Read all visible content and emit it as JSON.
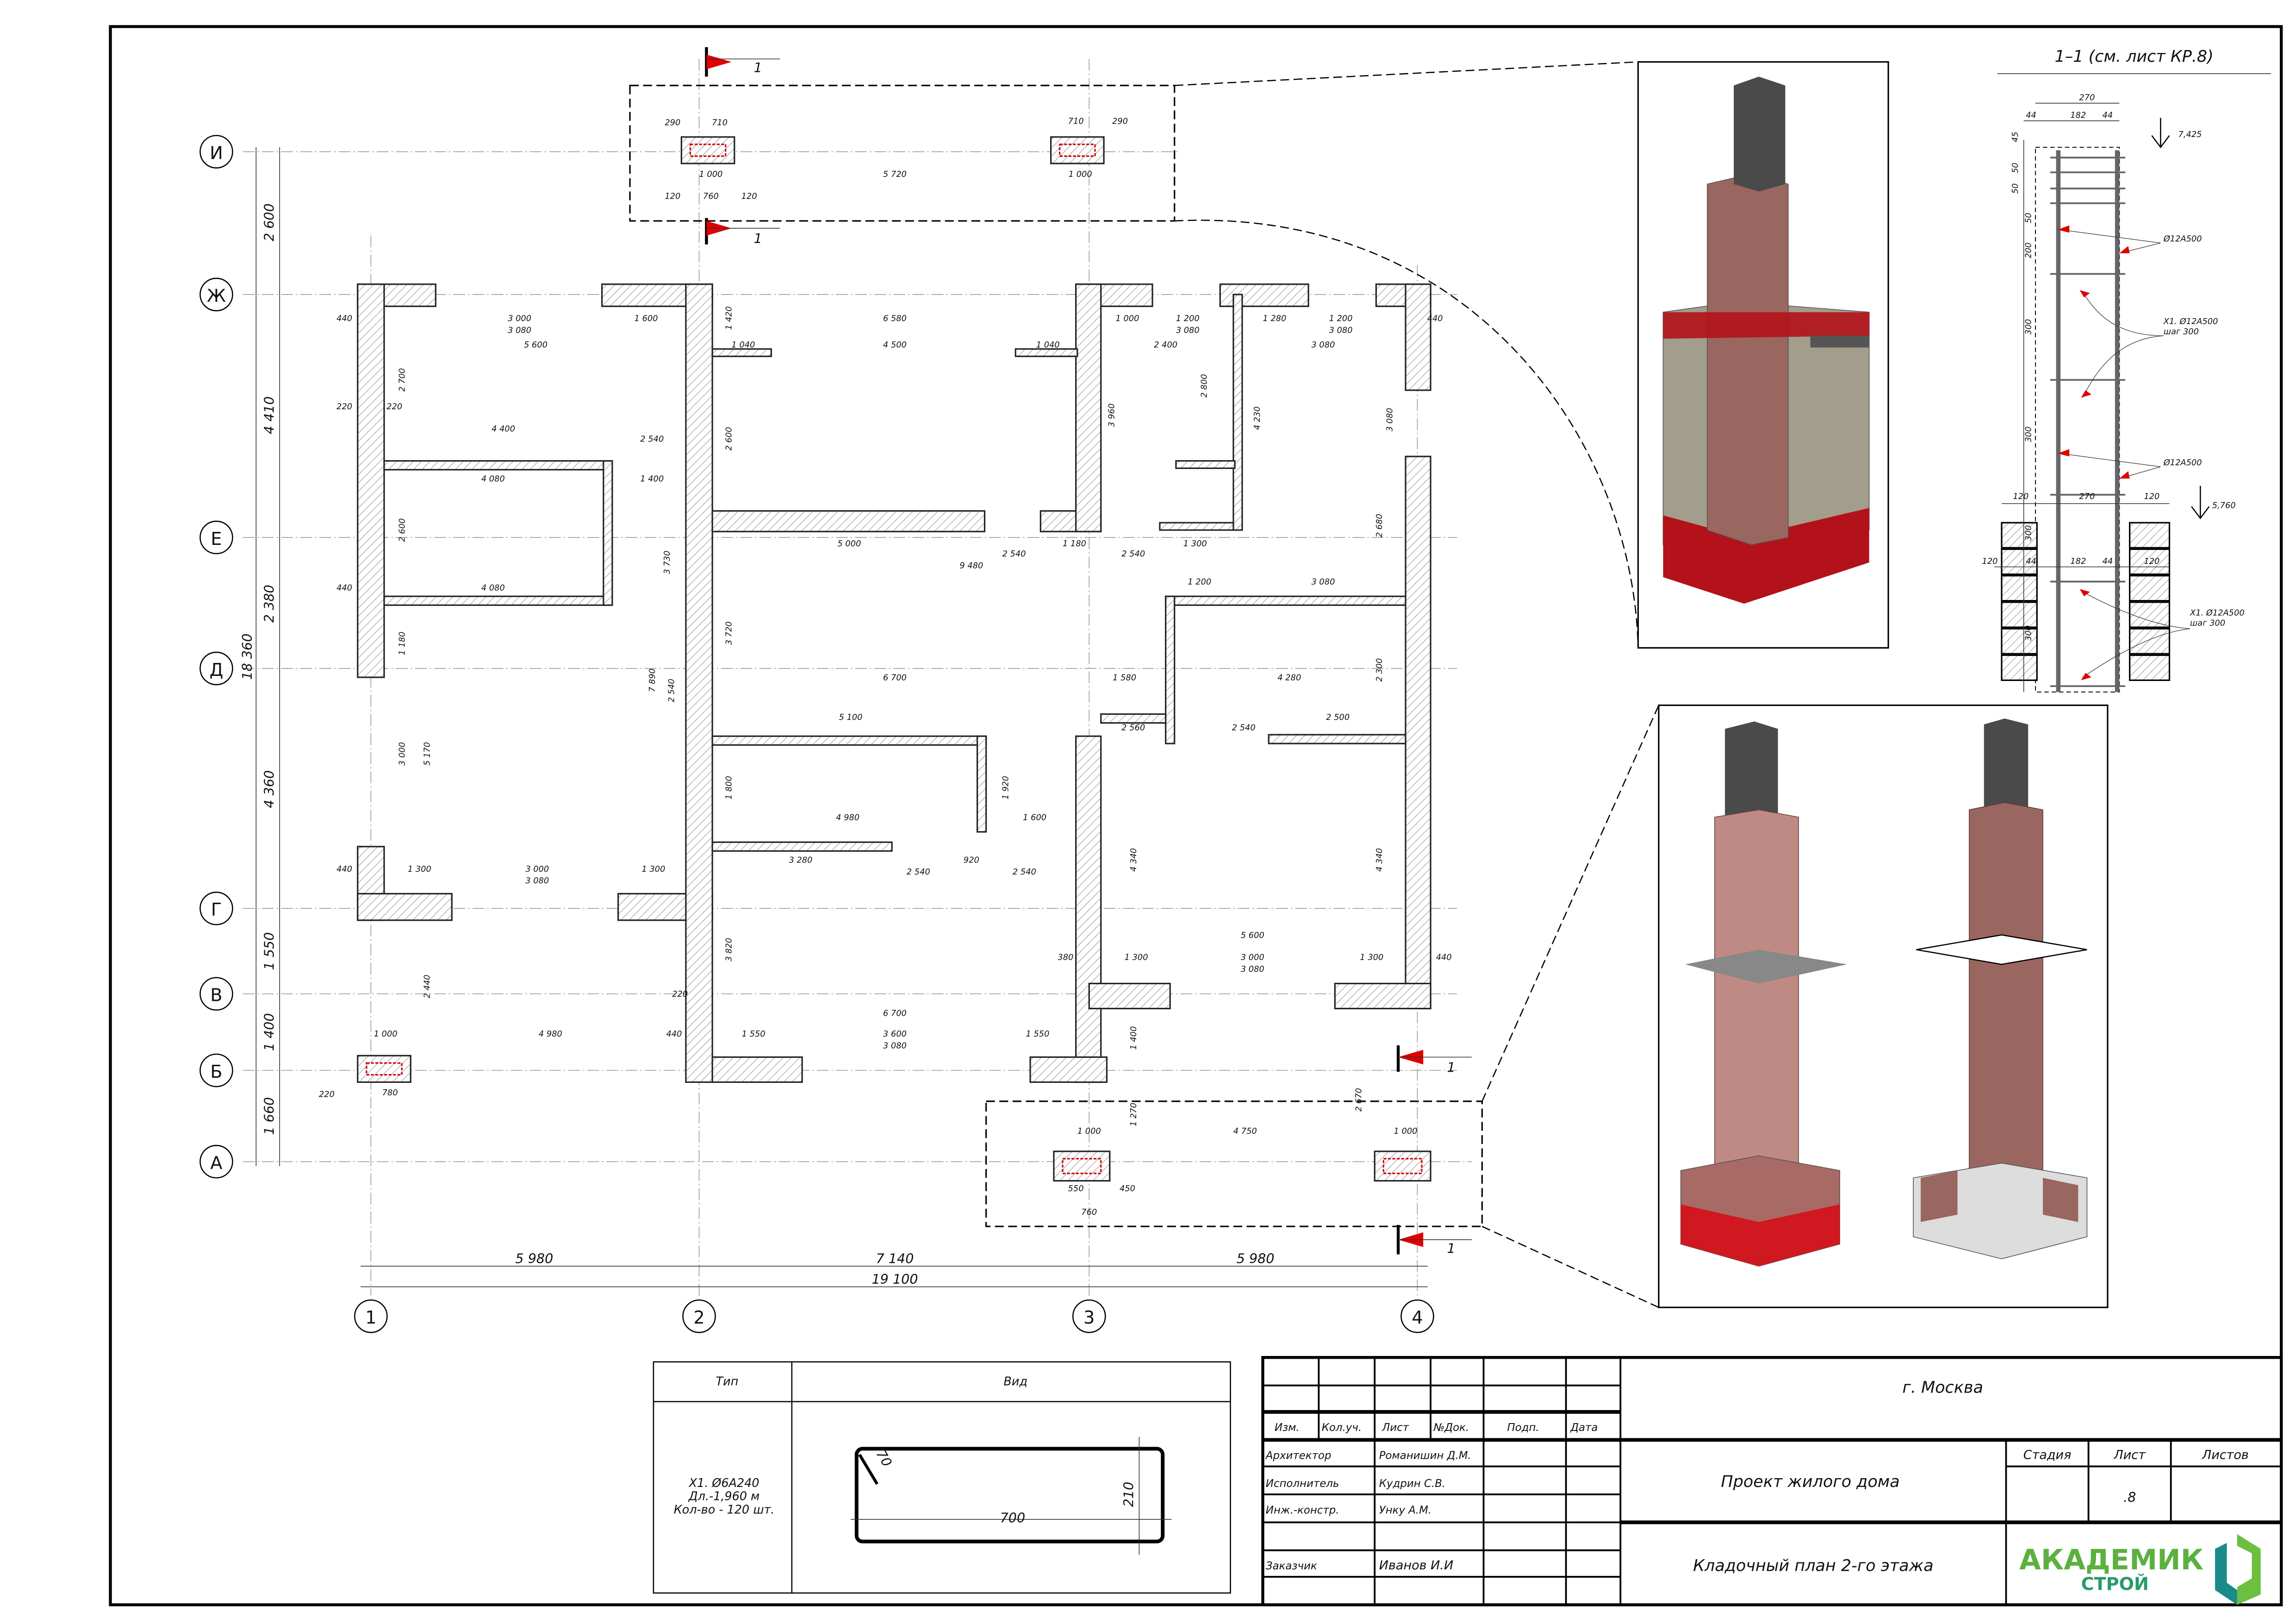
{
  "axes": {
    "rows": [
      "И",
      "Ж",
      "Е",
      "Д",
      "Г",
      "В",
      "Б",
      "А"
    ],
    "cols": [
      "1",
      "2",
      "3",
      "4"
    ]
  },
  "left_dims": [
    "2 600",
    "4 410",
    "2 380",
    "4 360",
    "1 550",
    "1 400",
    "1 660"
  ],
  "left_total": "18 360",
  "bottom_dims": [
    "5 980",
    "7 140",
    "5 980"
  ],
  "bottom_total": "19 100",
  "section_mark": "1",
  "plan": {
    "dims": [
      "3 000",
      "3 080",
      "1 600",
      "6 580",
      "5 600",
      "4 500",
      "1 040",
      "1 040",
      "1 000",
      "1 200",
      "3 080",
      "1 280",
      "1 200",
      "3 080",
      "2 400",
      "3 080",
      "4 400",
      "2 540",
      "4 080",
      "1 400",
      "4 080",
      "5 000",
      "9 480",
      "2 540",
      "1 180",
      "2 540",
      "1 300",
      "1 200",
      "3 080",
      "6 700",
      "4 280",
      "1 580",
      "5 100",
      "2 560",
      "2 540",
      "2 500",
      "4 980",
      "1 600",
      "3 280",
      "2 540",
      "920",
      "2 540",
      "3 000",
      "3 080",
      "1 300",
      "1 300",
      "5 600",
      "3 000",
      "3 080",
      "1 300",
      "1 300",
      "6 700",
      "3 600",
      "3 080",
      "1 550",
      "1 550",
      "4 980",
      "1 000",
      "780",
      "4 750",
      "1 000",
      "1 000",
      "550",
      "760",
      "450",
      "2 700",
      "2 600",
      "1 180",
      "5 170",
      "3 000",
      "2 440",
      "3 730",
      "7 890",
      "2 600",
      "3 720",
      "1 800",
      "3 820",
      "1 920",
      "3 960",
      "2 800",
      "4 230",
      "2 680",
      "2 300",
      "4 340",
      "4 340",
      "2 670",
      "1 270",
      "1 400",
      "1 420",
      "3 080",
      "2 540",
      "440",
      "440",
      "220",
      "220",
      "440",
      "440",
      "440",
      "220",
      "380",
      "440",
      "220",
      "120",
      "760",
      "120",
      "5 720",
      "1 000",
      "1 000",
      "710",
      "290",
      "710",
      "290"
    ]
  },
  "section": {
    "title": "1–1 (см. лист КР.8)",
    "elev_top": "7,425",
    "elev_bottom": "5,760",
    "dims_top": [
      "270",
      "44",
      "182",
      "44"
    ],
    "dims_left": [
      "45",
      "50",
      "50",
      "50",
      "200",
      "300",
      "300",
      "300",
      "300"
    ],
    "dims_mid": [
      "120",
      "270",
      "120"
    ],
    "dims_low": [
      "120",
      "44",
      "182",
      "44",
      "120"
    ],
    "callout_1": "Ø12А500",
    "callout_2": "Х1. Ø12А500",
    "callout_2b": "шаг 300",
    "callout_3": "Ø12А500",
    "callout_4": "Х1. Ø12А500",
    "callout_4b": "шаг 300"
  },
  "table": {
    "col_type": "Тип",
    "col_view": "Вид",
    "type_line1": "Х1. Ø6А240",
    "type_line2": "Дл.-1,960 м",
    "type_line3": "Кол-во - 120 шт.",
    "dim_hook": "70",
    "dim_len": "700",
    "dim_h": "210"
  },
  "title_block": {
    "headers": [
      "Изм.",
      "Кол.уч.",
      "Лист",
      "№Док.",
      "Подп.",
      "Дата"
    ],
    "roles": [
      {
        "role": "Архитектор",
        "name": "Романишин Д.М."
      },
      {
        "role": "Исполнитель",
        "name": "Кудрин С.В."
      },
      {
        "role": "Инж.-констр.",
        "name": "Унку А.М."
      },
      {
        "role": "",
        "name": ""
      },
      {
        "role": "Заказчик",
        "name": "Иванов И.И"
      }
    ],
    "city": "г. Москва",
    "project": "Проект жилого дома",
    "sheet_title": "Кладочный план 2-го этажа",
    "stage_label": "Стадия",
    "sheet_label": "Лист",
    "sheets_label": "Листов",
    "stage": "",
    "sheet": ".8",
    "sheets": "",
    "logo_main": "АКАДЕМИК",
    "logo_sub": "СТРОЙ"
  },
  "colors": {
    "red": "#e00000",
    "brick": "#9a6660",
    "concrete": "#a39d8c",
    "dark": "#4a4a4a",
    "logo_green": "#6cbf3f",
    "logo_teal": "#1a8a8a"
  }
}
